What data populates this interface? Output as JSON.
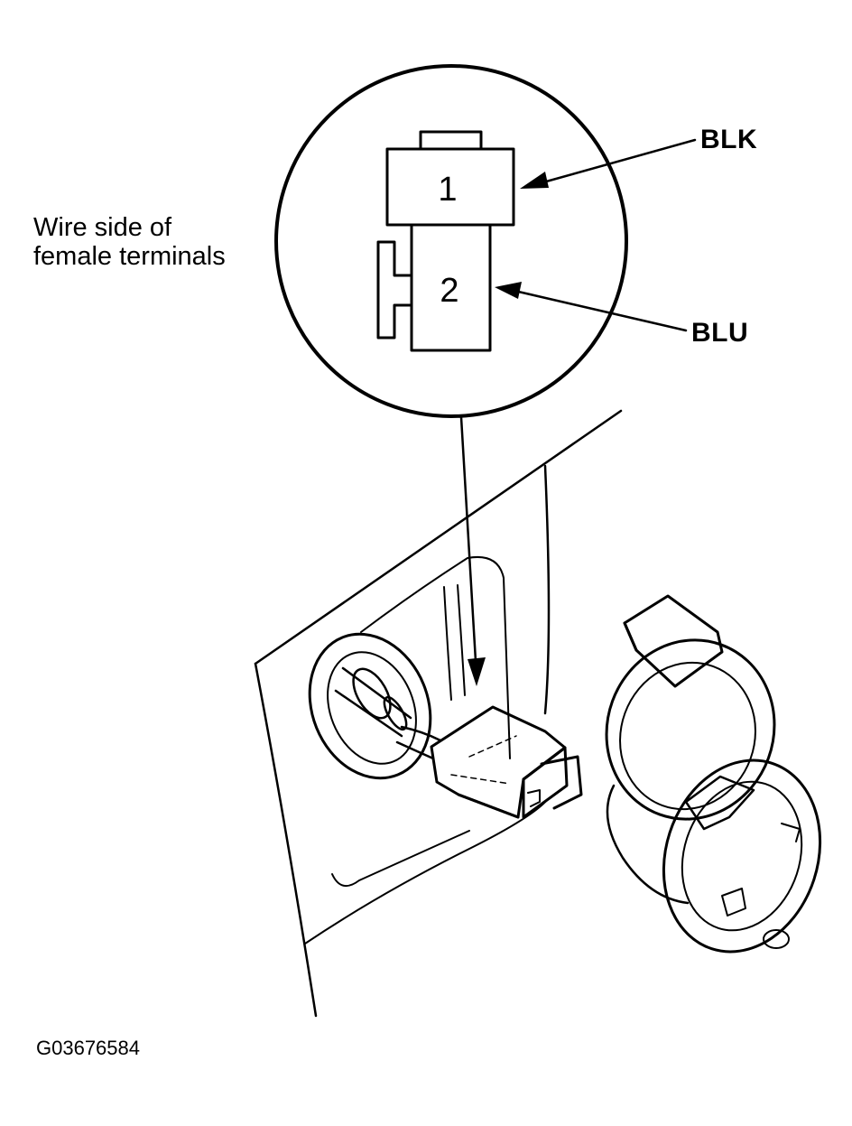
{
  "diagram": {
    "callout_label": "Wire side of\nfemale terminals",
    "terminals": [
      {
        "number": "1",
        "wire_color": "BLK"
      },
      {
        "number": "2",
        "wire_color": "BLU"
      }
    ],
    "figure_id": "G03676584"
  }
}
